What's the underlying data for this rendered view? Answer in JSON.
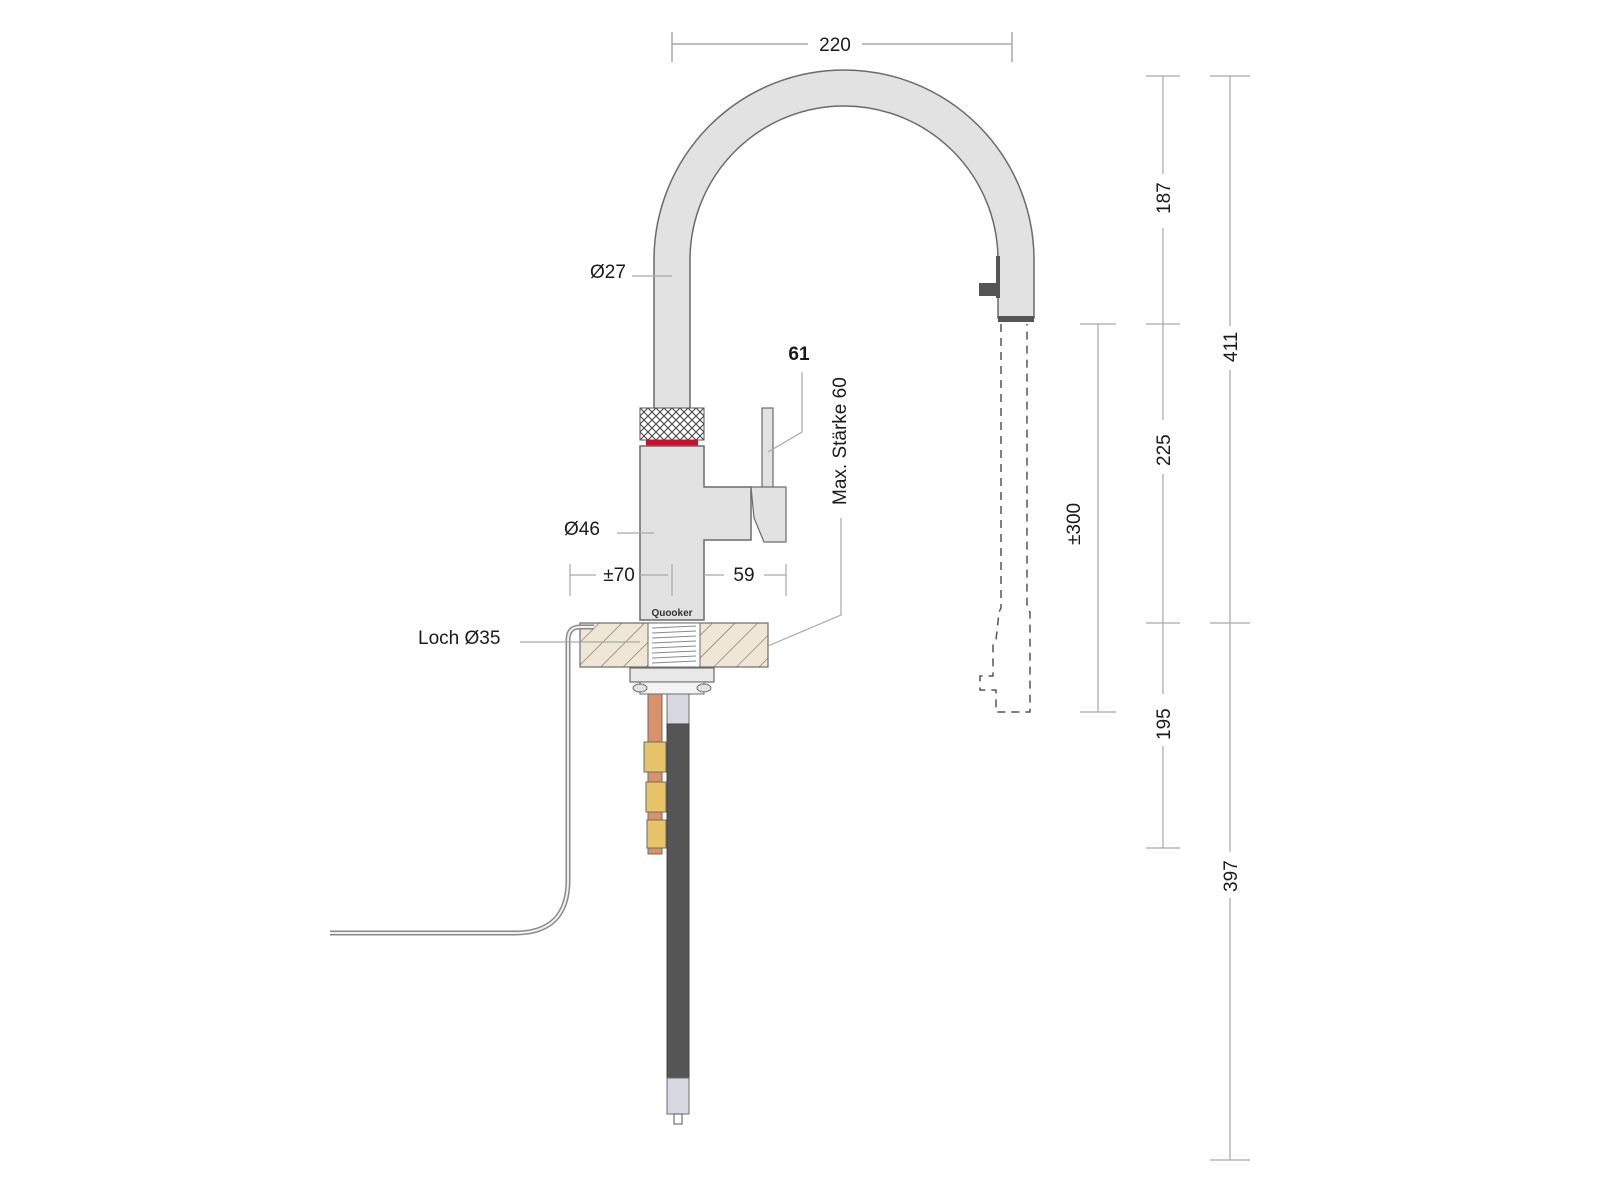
{
  "drawing": {
    "title": "Quooker tap dimensional drawing",
    "brand": "Quooker",
    "colors": {
      "body": "#e2e2e2",
      "outline": "#6b6b6b",
      "dimension_line": "#a8a8a8",
      "red_ring": "#c8102e",
      "countertop": "#efe6d6",
      "copper": "#d9926a",
      "brass": "#e8c468",
      "hose": "#555555",
      "text": "#1a1a1a"
    }
  },
  "dimensions": {
    "spout_reach": "220",
    "spout_tube_diameter": "Ø27",
    "handle_height": "61",
    "max_thickness": "Max. Stärke 60",
    "body_diameter": "Ø46",
    "handle_offset_left": "±70",
    "handle_offset_right": "59",
    "hole": "Loch Ø35",
    "pullout_length": "±300",
    "height_upper": "187",
    "height_middle": "225",
    "height_lower": "195",
    "height_total": "411",
    "below_counter": "397"
  }
}
